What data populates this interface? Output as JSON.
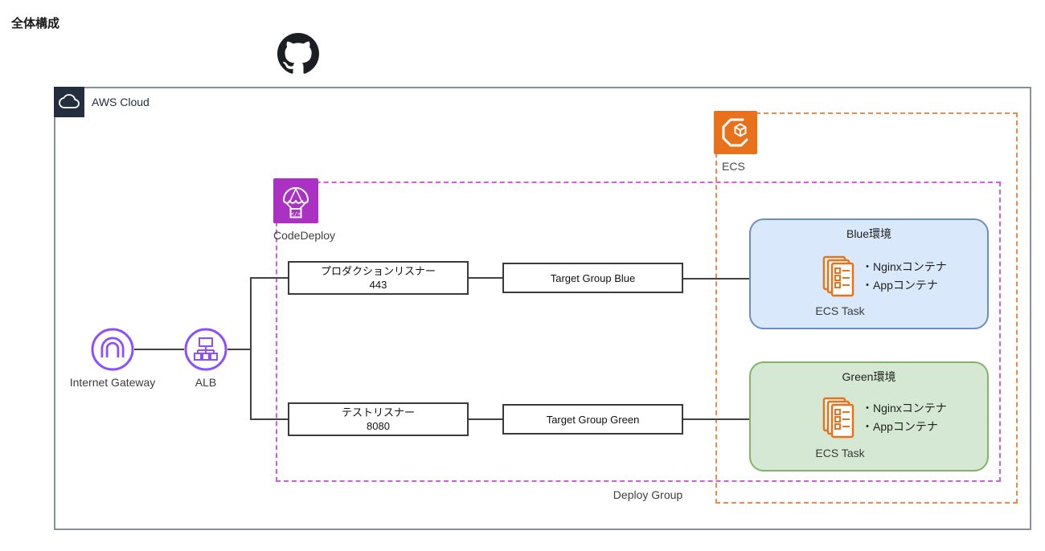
{
  "page": {
    "title": "全体構成"
  },
  "aws_cloud": {
    "label": "AWS Cloud"
  },
  "groups": {
    "ecs": {
      "label": "ECS"
    },
    "codedeploy": {
      "label": "CodeDeploy"
    },
    "deploy_group": {
      "label": "Deploy Group"
    }
  },
  "nodes": {
    "internet_gateway": {
      "label": "Internet Gateway"
    },
    "alb": {
      "label": "ALB"
    },
    "production_listener": {
      "line1": "プロダクションリスナー",
      "line2": "443"
    },
    "test_listener": {
      "line1": "テストリスナー",
      "line2": "8080"
    },
    "target_group_blue": {
      "label": "Target Group Blue"
    },
    "target_group_green": {
      "label": "Target Group Green"
    }
  },
  "environments": {
    "blue": {
      "title": "Blue環境",
      "task_label": "ECS Task",
      "containers": [
        "・Nginxコンテナ",
        "・Appコンテナ"
      ]
    },
    "green": {
      "title": "Green環境",
      "task_label": "ECS Task",
      "containers": [
        "・Nginxコンテナ",
        "・Appコンテナ"
      ]
    }
  },
  "colors": {
    "aws_dark": "#232F3E",
    "network_purple": "#8C4FFF",
    "codedeploy_purple": "#AB30C4",
    "ecs_orange": "#E8721B",
    "codedeploy_group_dash": "#CE5EDB",
    "ecs_group_dash": "#EC8A4E",
    "blue_env_fill": "#DAE8FC",
    "blue_env_border": "#6C8EBF",
    "green_env_fill": "#D5E8D4",
    "green_env_border": "#82B366",
    "connector": "#424242"
  }
}
